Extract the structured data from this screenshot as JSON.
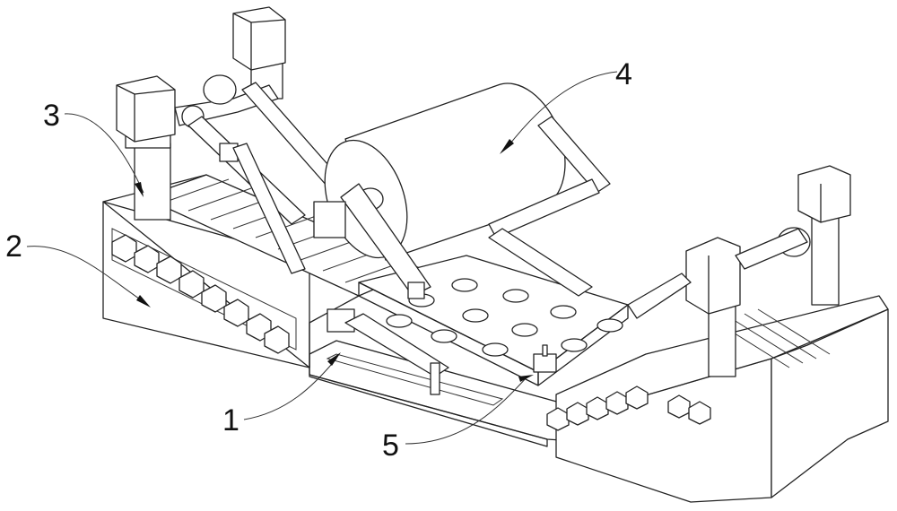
{
  "figure": {
    "type": "patent mechanical perspective drawing",
    "callouts": [
      {
        "label": "1",
        "target": "sliding base plate"
      },
      {
        "label": "2",
        "target": "left frame block"
      },
      {
        "label": "3",
        "target": "left vertical motor column"
      },
      {
        "label": "4",
        "target": "roller drum"
      },
      {
        "label": "5",
        "target": "workpiece platform"
      }
    ]
  }
}
